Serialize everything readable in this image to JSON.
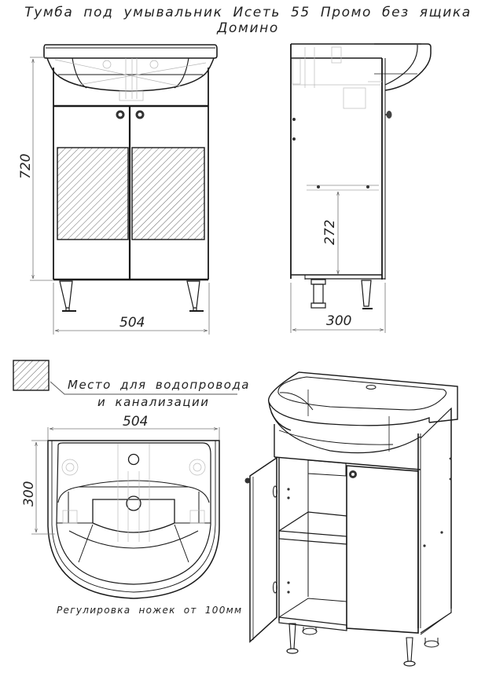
{
  "title": "Тумба под умывальник Исеть 55 Промо без ящика Домино",
  "front_view": {
    "height_dim": "720",
    "width_dim": "504"
  },
  "side_view": {
    "shelf_height_dim": "272",
    "depth_dim": "300"
  },
  "legend": {
    "hatch_label_line1": "Место для водопровода",
    "hatch_label_line2": "и канализации"
  },
  "top_view": {
    "width_dim": "504",
    "depth_dim": "300"
  },
  "note": "Регулировка ножек от 100мм",
  "colors": {
    "line": "#1a1a1a",
    "thin_line": "#9a9a9a",
    "hatch": "#6a6a6a",
    "background": "#ffffff"
  }
}
